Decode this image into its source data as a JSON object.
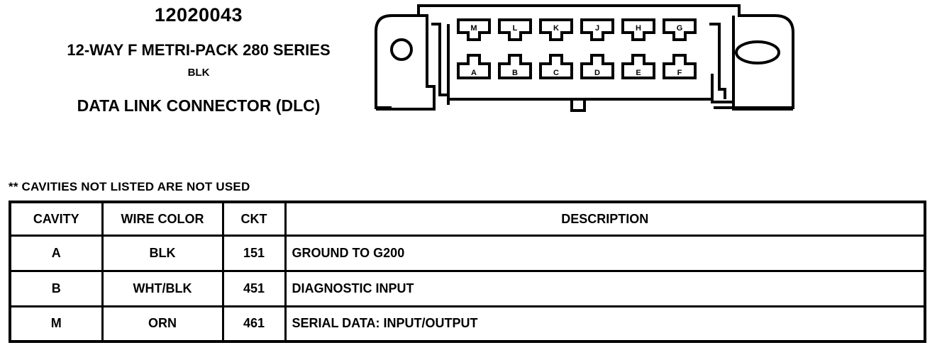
{
  "header": {
    "part_number": "12020043",
    "connector_type": "12-WAY F METRI-PACK 280 SERIES",
    "connector_color": "BLK",
    "connector_name": "DATA LINK CONNECTOR (DLC)"
  },
  "diagram": {
    "top_row": [
      "M",
      "L",
      "K",
      "J",
      "H",
      "G"
    ],
    "bottom_row": [
      "A",
      "B",
      "C",
      "D",
      "E",
      "F"
    ]
  },
  "table": {
    "note": "** CAVITIES NOT LISTED ARE NOT USED",
    "headers": [
      "CAVITY",
      "WIRE COLOR",
      "CKT",
      "DESCRIPTION"
    ],
    "rows": [
      {
        "cavity": "A",
        "wire_color": "BLK",
        "ckt": "151",
        "description": "GROUND TO G200"
      },
      {
        "cavity": "B",
        "wire_color": "WHT/BLK",
        "ckt": "451",
        "description": "DIAGNOSTIC INPUT"
      },
      {
        "cavity": "M",
        "wire_color": "ORN",
        "ckt": "461",
        "description": "SERIAL DATA: INPUT/OUTPUT"
      }
    ]
  }
}
